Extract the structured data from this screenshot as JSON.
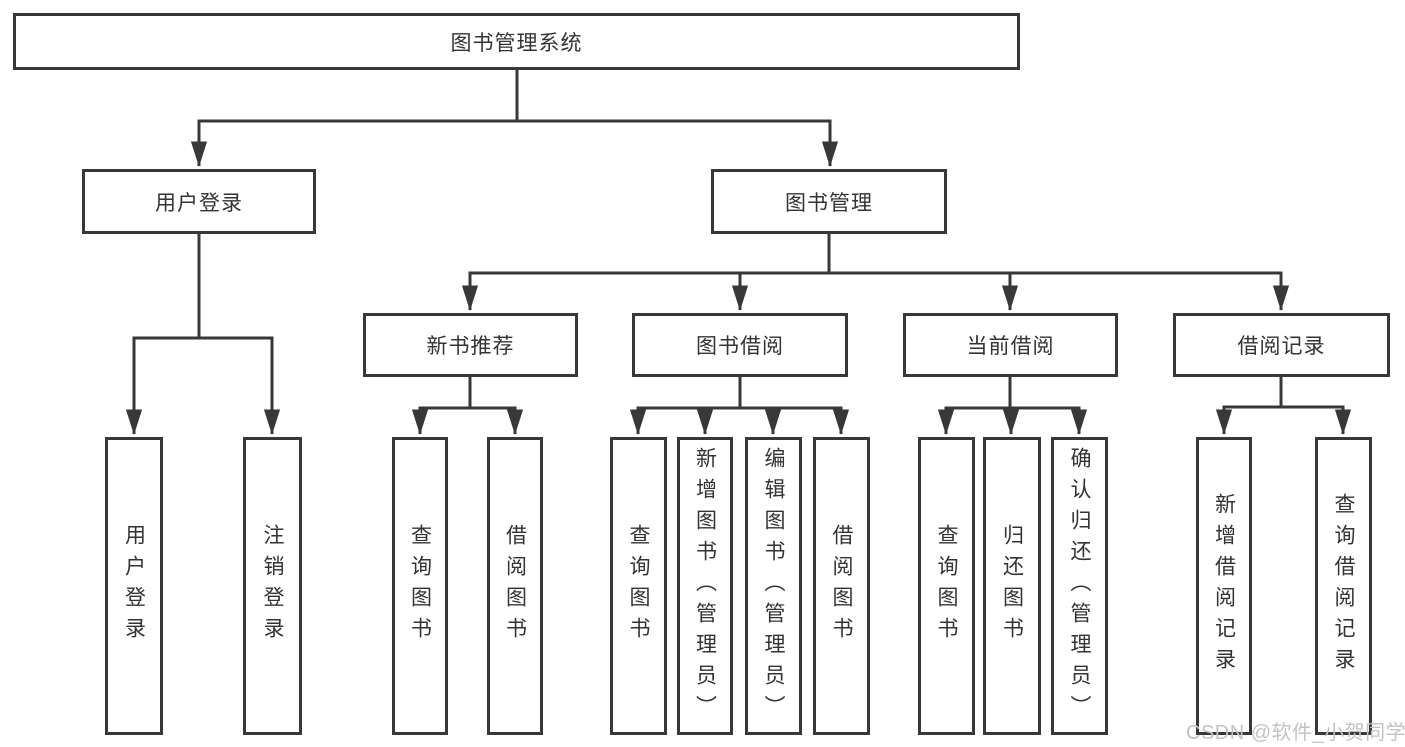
{
  "nodes": {
    "root": {
      "label": "图书管理系统"
    },
    "user_login": {
      "label": "用户登录"
    },
    "book_mgmt": {
      "label": "图书管理"
    },
    "new_book_rec": {
      "label": "新书推荐"
    },
    "book_borrow": {
      "label": "图书借阅"
    },
    "current_borrow": {
      "label": "当前借阅"
    },
    "borrow_records": {
      "label": "借阅记录"
    },
    "leaf_user_login": {
      "label": "用户登录"
    },
    "leaf_logout": {
      "label": "注销登录"
    },
    "leaf_nb_query": {
      "label": "查询图书"
    },
    "leaf_nb_borrow": {
      "label": "借阅图书"
    },
    "leaf_bb_query": {
      "label": "查询图书"
    },
    "leaf_bb_add": {
      "label": "新增图书（管理员）"
    },
    "leaf_bb_edit": {
      "label": "编辑图书（管理员）"
    },
    "leaf_bb_borrow": {
      "label": "借阅图书"
    },
    "leaf_cb_query": {
      "label": "查询图书"
    },
    "leaf_cb_return": {
      "label": "归还图书"
    },
    "leaf_cb_confirm": {
      "label": "确认归还（管理员）"
    },
    "leaf_br_add": {
      "label": "新增借阅记录"
    },
    "leaf_br_query": {
      "label": "查询借阅记录"
    }
  },
  "watermark": {
    "text": "CSDN @软件_小贺同学"
  },
  "colors": {
    "line": "#383838",
    "box_border": "#383838",
    "text": "#333333",
    "background": "#ffffff",
    "watermark": "#c3c3c3"
  }
}
